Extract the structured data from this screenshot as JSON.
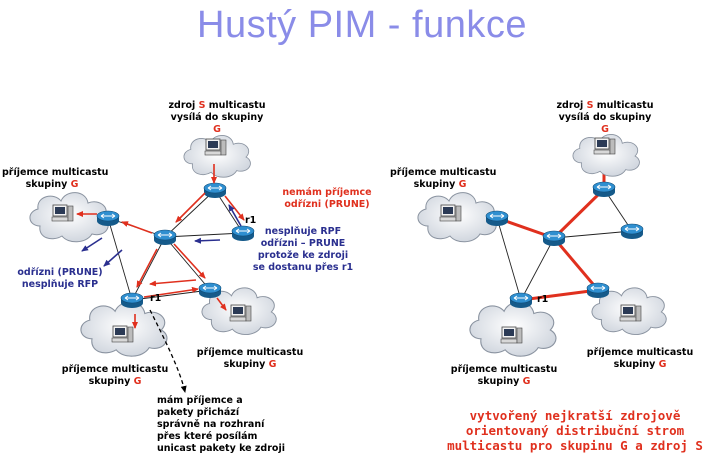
{
  "title": "Hustý PIM - funkce",
  "left": {
    "source": {
      "line1_a": "zdroj ",
      "line1_s": "S",
      "line1_b": " multicastu",
      "line2": "vysílá do skupiny",
      "line3": "G"
    },
    "recv_top": {
      "line1": "příjemce multicastu",
      "line2_a": "skupiny ",
      "line2_g": "G"
    },
    "recv_bl": {
      "line1": "příjemce multicastu",
      "line2_a": "skupiny ",
      "line2_g": "G"
    },
    "recv_br": {
      "line1": "příjemce multicastu",
      "line2_a": "skupiny ",
      "line2_g": "G"
    },
    "no_receiver": {
      "line1": "nemám příjemce",
      "line2": "odřízni (PRUNE)"
    },
    "rpf_fail": {
      "line1": "nesplňuje RPF",
      "line2": "odřízni – PRUNE",
      "line3": "protože ke zdroji",
      "line4": "se dostanu přes r1"
    },
    "prune_left": {
      "line1": "odřízni (PRUNE)",
      "line2": "nesplňuje RFP"
    },
    "r1_a": "r1",
    "r1_b": "r1",
    "note": {
      "line1": "mám příjemce a",
      "line2": "pakety přichází",
      "line3": "správně na rozhraní",
      "line4": "přes které posílám",
      "line5": "unicast pakety ke zdroji"
    }
  },
  "right": {
    "source": {
      "line1_a": "zdroj ",
      "line1_s": "S",
      "line1_b": " multicastu",
      "line2": "vysílá do skupiny",
      "line3": "G"
    },
    "recv_top": {
      "line1": "příjemce multicastu",
      "line2_a": "skupiny ",
      "line2_g": "G"
    },
    "recv_bl": {
      "line1": "příjemce multicastu",
      "line2_a": "skupiny ",
      "line2_g": "G"
    },
    "recv_br": {
      "line1": "příjemce multicastu",
      "line2_a": "skupiny ",
      "line2_g": "G"
    },
    "r1": "r1",
    "caption": {
      "line1": "vytvořený nejkratší zdrojově",
      "line2": "orientovaný distribuční strom",
      "line3": "multicastu pro skupinu G a zdroj S"
    }
  },
  "colors": {
    "title": "#8a8ce8",
    "red": "#e0301e",
    "blue": "#2a2f8f",
    "cloud": "#dfe3ea",
    "router": "#1f78b4"
  }
}
